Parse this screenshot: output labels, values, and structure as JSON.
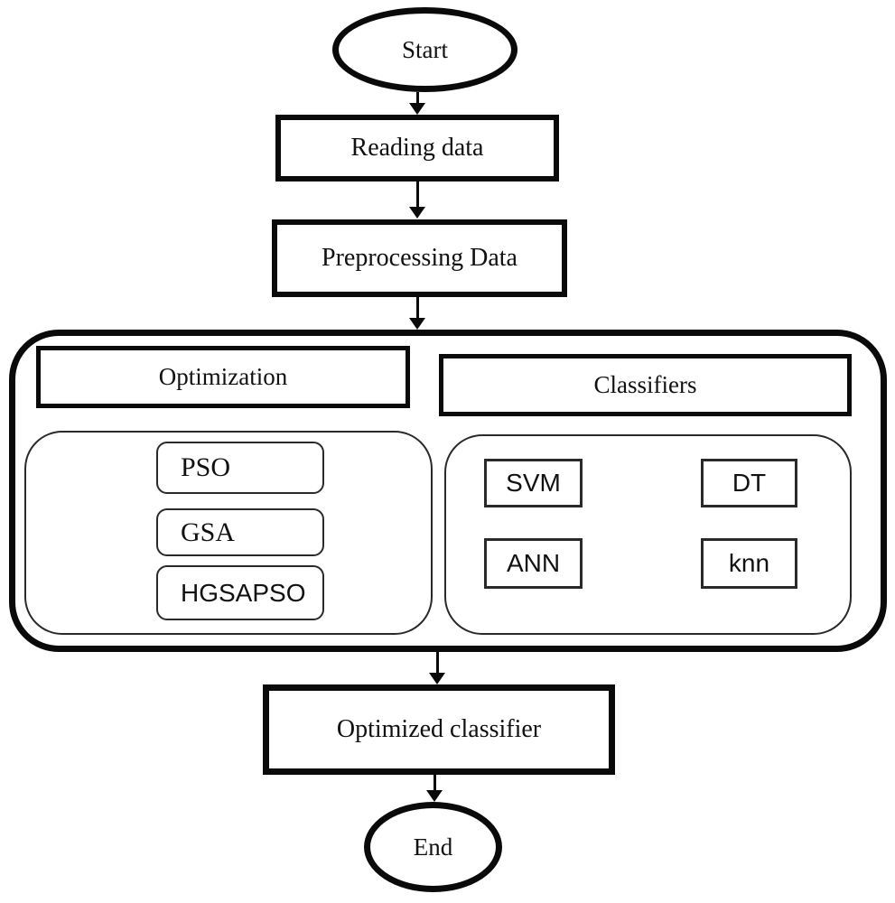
{
  "flowchart": {
    "start_label": "Start",
    "reading_label": "Reading data",
    "preprocessing_label": "Preprocessing Data",
    "optimization_header_label": "Optimization",
    "classifiers_header_label": "Classifiers",
    "optimization_items": [
      "PSO",
      "GSA",
      "HGSAPSO"
    ],
    "classifier_items": [
      "SVM",
      "DT",
      "ANN",
      "knn"
    ],
    "optimized_label": "Optimized classifier",
    "end_label": "End"
  },
  "colors": {
    "stroke": "#0a0a0a",
    "background": "#ffffff"
  }
}
